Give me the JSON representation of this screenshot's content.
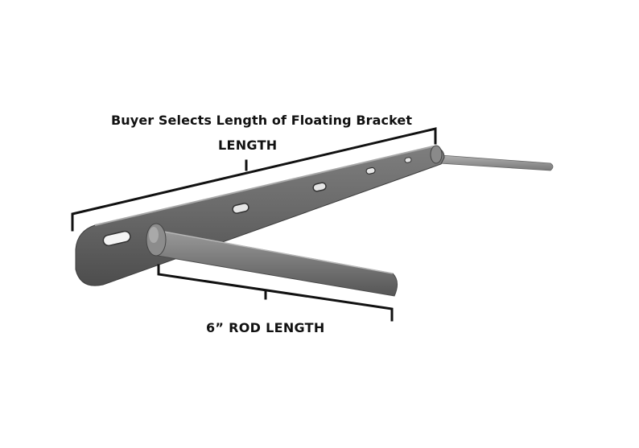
{
  "annotations": {
    "title": "Buyer Selects Length of Floating Bracket",
    "length_label": "LENGTH",
    "rod_label": "6” ROD LENGTH"
  },
  "colors": {
    "background": "#ffffff",
    "text": "#111111",
    "dimension_line": "#111111",
    "steel_light": "#8a8a8a",
    "steel_dark": "#4a4a4a"
  }
}
